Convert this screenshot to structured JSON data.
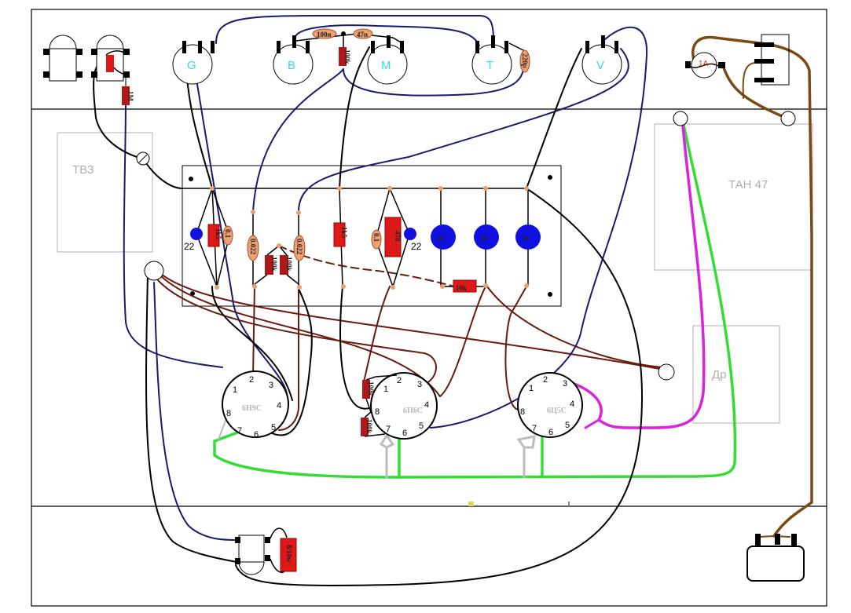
{
  "title": "Tube amplifier point-to-point layout",
  "colors": {
    "wire_black": "#000000",
    "wire_navy": "#1a1a6e",
    "wire_brown": "#6b1a10",
    "wire_mains": "#7a4a12",
    "wire_heater": "#33dd33",
    "wire_magenta": "#dd22dd",
    "wire_gray": "#bdbdbd",
    "resistor": "#dd1818",
    "resistor_dark": "#b01818",
    "capacitor_film": "#f0a070",
    "capacitor_electrolytic": "#1010e0",
    "pot_label": "#33dddd",
    "outline_gray": "#b0b0b0"
  },
  "pots": [
    {
      "id": "G",
      "label": "G"
    },
    {
      "id": "B",
      "label": "B"
    },
    {
      "id": "M",
      "label": "M"
    },
    {
      "id": "T",
      "label": "T"
    },
    {
      "id": "V",
      "label": "V"
    }
  ],
  "tone_stack": {
    "cap_bass": "100n",
    "cap_mid": "47n",
    "resistor_slope": "100k",
    "cap_treble": "220p"
  },
  "fuse": {
    "label": "1A"
  },
  "transformers": [
    {
      "id": "output",
      "label": "ТВЗ"
    },
    {
      "id": "power",
      "label": "ТАН 47"
    },
    {
      "id": "choke",
      "label": "Др"
    }
  ],
  "board": {
    "stage1": {
      "cathode_cap": "22",
      "cathode_resistor": "1k5",
      "bypass_cap": "0.1"
    },
    "coupling_caps": [
      "0.022",
      "0.022"
    ],
    "grid_resistors": [
      "100k",
      "100k"
    ],
    "plate_resistor": "1k5",
    "stage2": {
      "bypass_cap": "0.1",
      "cathode_resistor": "470",
      "cathode_cap": "22"
    },
    "filter_caps": [
      "10",
      "10",
      "10"
    ],
    "dropping_resistor": "10k"
  },
  "tubes": [
    {
      "id": "preamp",
      "label": "6Н9С",
      "pins": [
        "1",
        "2",
        "3",
        "4",
        "5",
        "6",
        "7",
        "8"
      ]
    },
    {
      "id": "power",
      "label": "6П6С",
      "pins": [
        "1",
        "2",
        "3",
        "4",
        "5",
        "6",
        "7",
        "8"
      ]
    },
    {
      "id": "rectifier",
      "label": "6Ц5С",
      "pins": [
        "1",
        "2",
        "3",
        "4",
        "5",
        "6",
        "7",
        "8"
      ]
    }
  ],
  "power_tube_resistors": [
    "100k",
    "100k"
  ],
  "input_jack_resistor": "1M",
  "output_jack": {
    "resistor": "8/10w"
  }
}
